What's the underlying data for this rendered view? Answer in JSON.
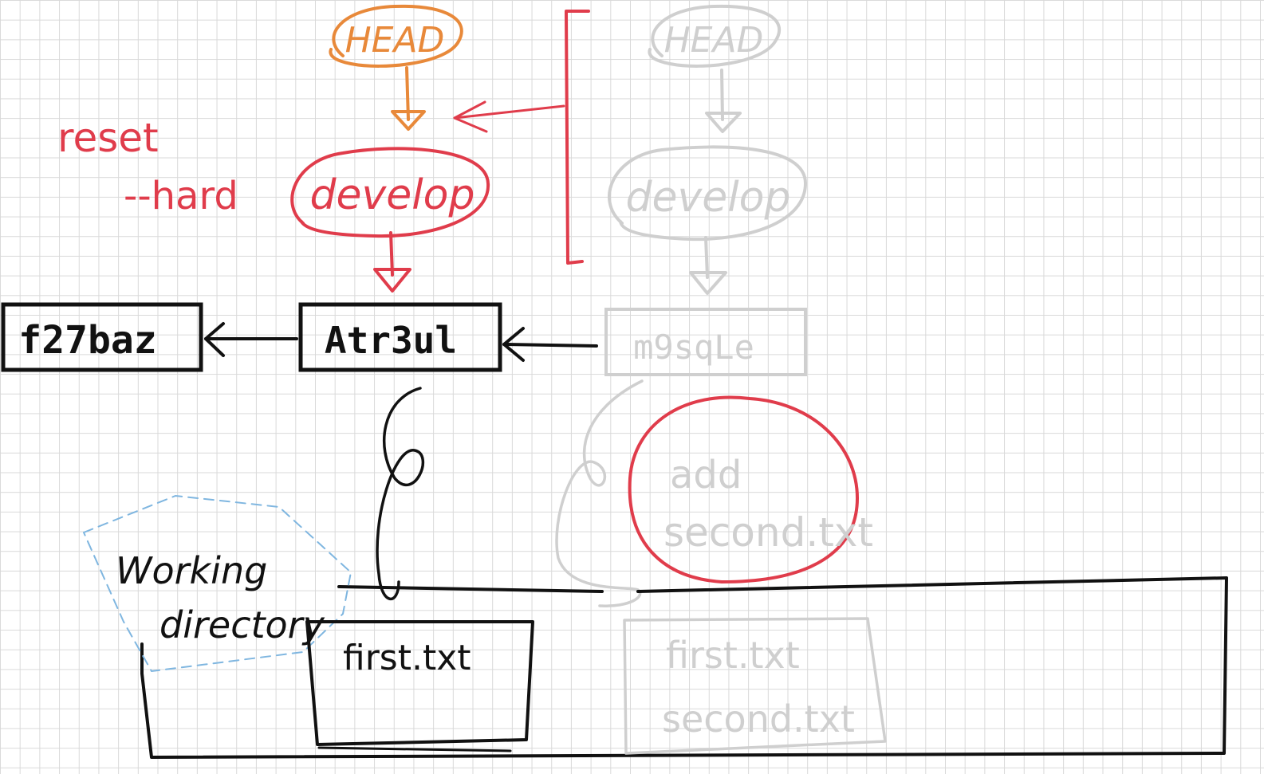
{
  "colors": {
    "head_active": "#e8893a",
    "reset_red": "#e03c4b",
    "ink": "#111111",
    "ghost": "#cfcfcf",
    "dashed_blue": "#7fb6e0"
  },
  "command": {
    "line1": "reset",
    "line2": "--hard"
  },
  "active": {
    "head": "HEAD",
    "branch": "develop"
  },
  "ghost": {
    "head": "HEAD",
    "branch": "develop",
    "commit": "m9sqLe",
    "note_line1": "add",
    "note_line2": "second.txt",
    "files": [
      "first.txt",
      "second.txt"
    ]
  },
  "commits": {
    "c1": "f27baz",
    "c2": "Atr3ul"
  },
  "working_directory": {
    "label_line1": "Working",
    "label_line2": "directory",
    "files": [
      "first.txt"
    ]
  },
  "icons": [
    "arrow-icon",
    "bracket-icon",
    "loop-icon"
  ]
}
